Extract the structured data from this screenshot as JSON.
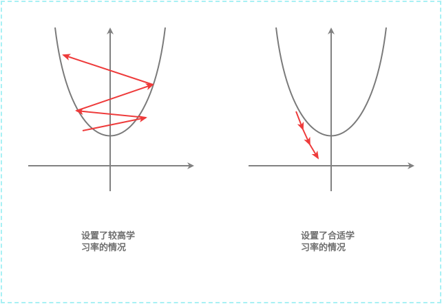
{
  "colors": {
    "axis": "#808080",
    "curve": "#7a7a7a",
    "arrow": "#ee3b3b",
    "caption": "#6f6f6f",
    "frame": "#a8f0f4"
  },
  "left_panel": {
    "caption_line1": "设置了较高学",
    "caption_line2": "习率的情况"
  },
  "right_panel": {
    "caption_line1": "设置了合适学",
    "caption_line2": "习率的情况"
  }
}
